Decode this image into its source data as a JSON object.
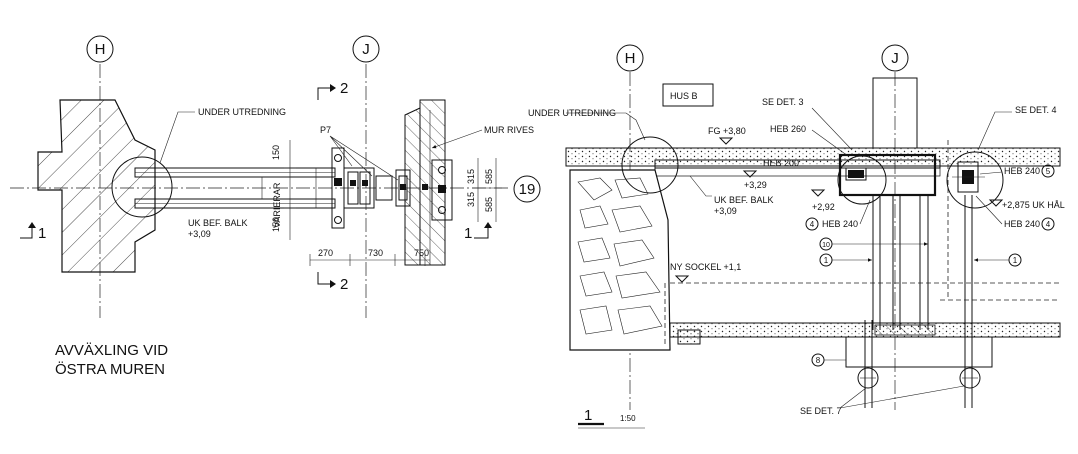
{
  "axes": {
    "h_left": "H",
    "j_left": "J",
    "h_right": "H",
    "j_right": "J",
    "row_19": "19"
  },
  "left_view": {
    "under_utredning": "UNDER UTREDNING",
    "p7": "P7",
    "mur_rives": "MUR RIVES",
    "uk_bef_balk": "UK BEF. BALK",
    "uk_level": "+3,09",
    "varierar": "VARIERAR",
    "section_2_top": "2",
    "section_2_bottom": "2",
    "section_1_left": "1",
    "section_1_right": "1",
    "dim_150_top": "150",
    "dim_150_bottom": "150",
    "dim_270": "270",
    "dim_730": "730",
    "dim_750": "750",
    "dim_315_a": "315",
    "dim_315_b": "315",
    "dim_585_a": "585",
    "dim_585_b": "585",
    "title_line1": "AVVÄXLING VID",
    "title_line2": "ÖSTRA MUREN"
  },
  "right_view": {
    "under_utredning": "UNDER UTREDNING",
    "hus_b": "HUS B",
    "fg_level": "FG +3,80",
    "heb_200": "HEB 200",
    "level_329": "+3,29",
    "uk_bef_balk": "UK BEF. BALK",
    "uk_level": "+3,09",
    "se_det_3": "SE DET. 3",
    "heb_260": "HEB 260",
    "level_292": "+2,92",
    "heb_240_left": "HEB 240",
    "num_4_left": "4",
    "num_10": "10",
    "num_1_left": "1",
    "num_1_right": "1",
    "ny_sockel": "NY SOCKEL +1,1",
    "num_8": "8",
    "se_det_7": "SE DET. 7",
    "se_det_4": "SE DET. 4",
    "heb_240_top": "HEB 240",
    "num_5": "5",
    "uk_hal": "+2,875 UK HÅL",
    "heb_240_right": "HEB 240",
    "num_4_right": "4",
    "scale_num": "1",
    "scale": "1:50"
  }
}
